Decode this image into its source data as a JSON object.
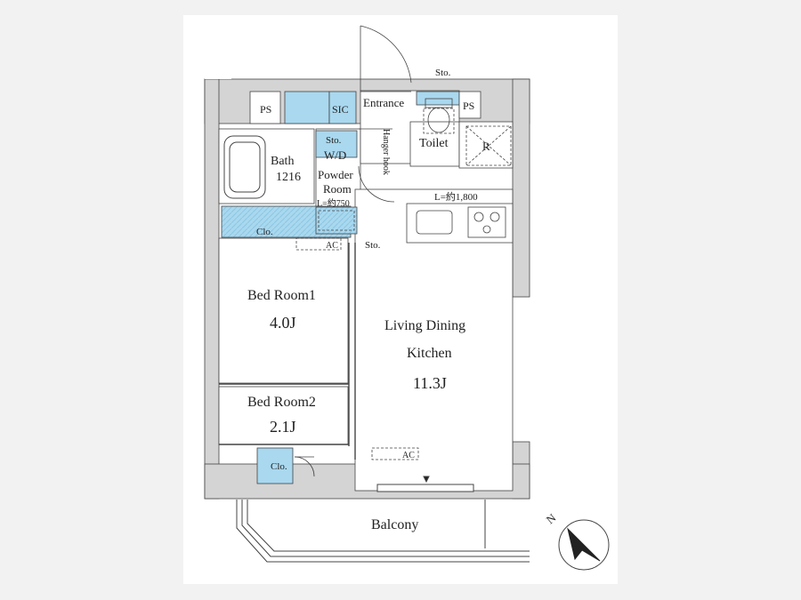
{
  "rooms": {
    "entrance": "Entrance",
    "toilet": "Toilet",
    "ps_left": "PS",
    "ps_right": "PS",
    "sic": "SIC",
    "sto_top": "Sto.",
    "sto_wd": "Sto.",
    "sto_lower": "Sto.",
    "hanger_hook": "Hanger hook",
    "bath_name": "Bath",
    "bath_size": "1216",
    "washer": "W/D",
    "powder_line1": "Powder",
    "powder_line2": "Room",
    "powder_counter": "L=約750",
    "refrigerator": "R",
    "kitchen_counter": "L=約1,800",
    "closet_upper": "Clo.",
    "closet_lower": "Clo.",
    "ac_upper": "AC",
    "ac_lower": "AC",
    "bedroom1_name": "Bed Room1",
    "bedroom1_size": "4.0J",
    "bedroom2_name": "Bed Room2",
    "bedroom2_size": "2.1J",
    "ldk_line1": "Living Dining",
    "ldk_line2": "Kitchen",
    "ldk_size": "11.3J",
    "balcony": "Balcony",
    "north": "N"
  },
  "colors": {
    "wall": "#d4d4d4",
    "storage": "#a9d8ef",
    "line": "#333333",
    "background": "#f2f2f2",
    "sheet": "#ffffff"
  }
}
